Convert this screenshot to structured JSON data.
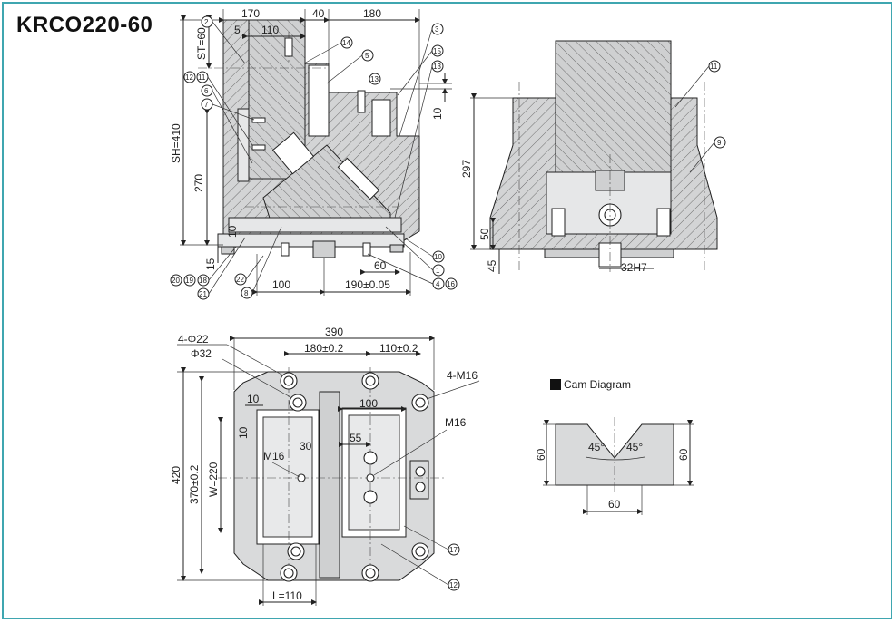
{
  "title": "KRCO220-60",
  "accent_color": "#3fa6b0",
  "side_view": {
    "dims_top": [
      "170",
      "40",
      "180",
      "5",
      "110"
    ],
    "dims_left": [
      "SH=410",
      "270",
      "ST=60",
      "10",
      "15"
    ],
    "dims_bottom": [
      "100",
      "60",
      "190±0.05"
    ],
    "dims_right": [
      "10"
    ],
    "balloons": [
      "2",
      "14",
      "5",
      "12",
      "11",
      "6",
      "7",
      "13",
      "3",
      "15",
      "13",
      "10",
      "1",
      "4",
      "16",
      "22",
      "8",
      "20",
      "19",
      "18",
      "21"
    ]
  },
  "end_view": {
    "dims": [
      "297",
      "50",
      "45",
      "32H7"
    ],
    "balloons": [
      "11",
      "9"
    ]
  },
  "plan_view": {
    "dims": [
      "390",
      "4-Φ22",
      "Φ32",
      "180±0.2",
      "110±0.2",
      "4-M16",
      "10",
      "100",
      "10",
      "30",
      "55",
      "M16",
      "M16",
      "420",
      "370±0.2",
      "W=220",
      "L=110"
    ],
    "balloons": [
      "17",
      "12"
    ]
  },
  "cam_diagram": {
    "label": "Cam Diagram",
    "dims": [
      "60",
      "60",
      "60",
      "45°",
      "45°"
    ]
  }
}
